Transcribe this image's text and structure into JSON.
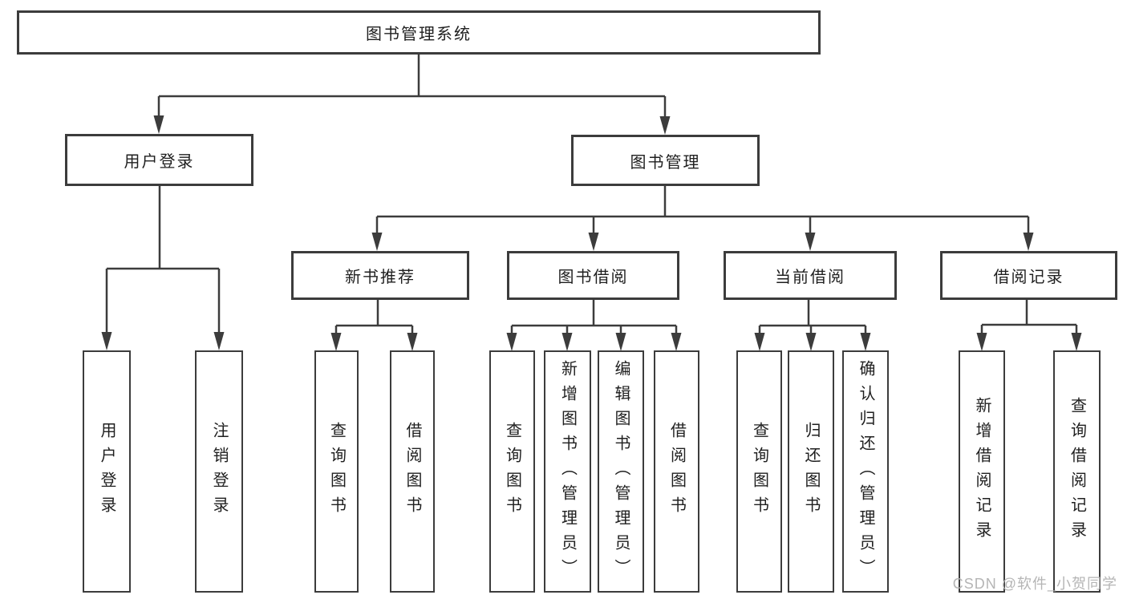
{
  "tree": {
    "root": {
      "label": "图书管理系统"
    },
    "children": [
      {
        "label": "用户登录",
        "children": [
          {
            "label": "用户登录"
          },
          {
            "label": "注销登录"
          }
        ]
      },
      {
        "label": "图书管理",
        "children": [
          {
            "label": "新书推荐",
            "children": [
              {
                "label": "查询图书"
              },
              {
                "label": "借阅图书"
              }
            ]
          },
          {
            "label": "图书借阅",
            "children": [
              {
                "label": "查询图书"
              },
              {
                "label": "新增图书（管理员）"
              },
              {
                "label": "编辑图书（管理员）"
              },
              {
                "label": "借阅图书"
              }
            ]
          },
          {
            "label": "当前借阅",
            "children": [
              {
                "label": "查询图书"
              },
              {
                "label": "归还图书"
              },
              {
                "label": "确认归还（管理员）"
              }
            ]
          },
          {
            "label": "借阅记录",
            "children": [
              {
                "label": "新增借阅记录"
              },
              {
                "label": "查询借阅记录"
              }
            ]
          }
        ]
      }
    ]
  },
  "watermark": "CSDN @软件_小贺同学",
  "colors": {
    "line": "#3c3c3c",
    "text": "#1f1f1f",
    "watermark": "#b5b5b5",
    "background": "#ffffff"
  }
}
